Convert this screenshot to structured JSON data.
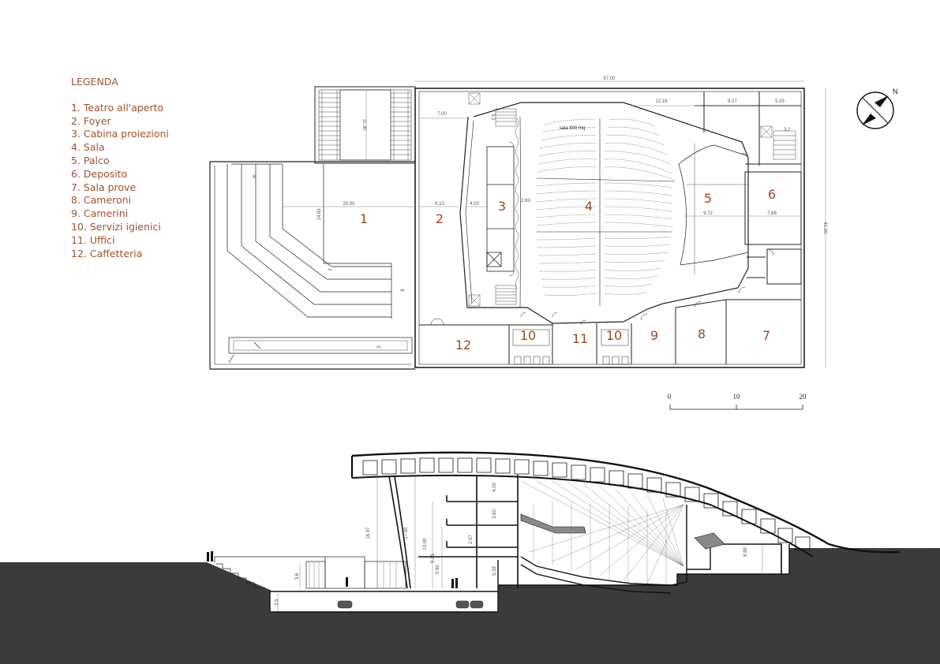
{
  "legend": {
    "title": "LEGENDA",
    "items": [
      "1. Teatro all'aperto",
      "2. Foyer",
      "3. Cabina proiezioni",
      "4. Sala",
      "5. Palco",
      "6. Deposito",
      "7. Sala prove",
      "8. Cameroni",
      "9. Camerini",
      "10. Servizi igienici",
      "11. Uffici",
      "12. Caffetteria"
    ]
  },
  "plan": {
    "rooms": [
      "1",
      "2",
      "3",
      "4",
      "5",
      "6",
      "7",
      "8",
      "9",
      "10",
      "11",
      "10",
      "12"
    ],
    "hall_label": "sala 800 mq",
    "dimensions": {
      "total_width": "57.00",
      "total_depth": "41.00",
      "d_1219": "12.19",
      "d_827": "8.27",
      "d_525": "5.25",
      "d_700": "7.00",
      "d_3_2a": "3.2",
      "d_3_2b": "3.2",
      "d_1130": "11.30",
      "d_2000": "20.00",
      "d_610": "6.10",
      "d_400": "4.00",
      "d_1483": "14.83",
      "d_972": "9.72",
      "d_768": "7.68",
      "d_8a": "8",
      "d_8b": "8",
      "d_2a": "2",
      "d_2b": "2",
      "d_263": "2.63"
    }
  },
  "scale": {
    "labels": [
      "0",
      "10",
      "20"
    ]
  },
  "section": {
    "dimensions": {
      "h_1697": "16.97",
      "h_1700": "17.00",
      "h_1300": "13.00",
      "h_915": "9.15",
      "h_580": "5.80",
      "h_400": "4.00",
      "h_360": "3.60",
      "h_297": "2.97",
      "h_538": "5.38",
      "h_36": "3.6",
      "h_888": "8.88",
      "h_35": "3.5"
    }
  },
  "north": {
    "label": "N"
  }
}
